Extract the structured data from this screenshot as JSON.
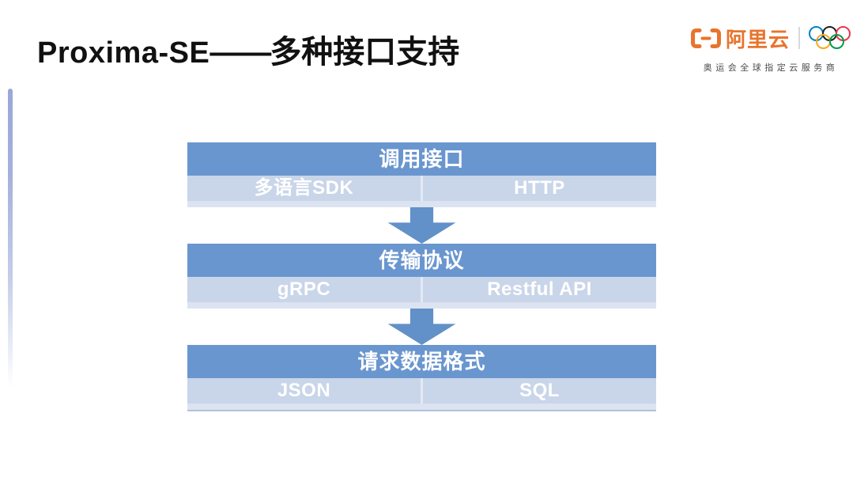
{
  "page": {
    "title_product": "Proxima-SE",
    "title_dash": "——",
    "title_subtitle": "多种接口支持"
  },
  "logo": {
    "cloud_icon": "alibaba-cloud-logo-icon",
    "brand": "阿里云",
    "brand_color": "#E8742D",
    "rings_icon": "olympic-rings-icon",
    "ring_colors": {
      "blue": "#0081C8",
      "black": "#1E1E1E",
      "red": "#EE334E",
      "yellow": "#F9A91F",
      "green": "#009E49"
    },
    "tagline": "奥运会全球指定云服务商"
  },
  "diagram": {
    "arrow_icon": "down-arrow-icon",
    "colors": {
      "header_bg": "#6A96CF",
      "row_bg": "#C9D5E9",
      "strip_bg": "#DCE3F1",
      "arrow": "#6191C8",
      "text": "#FFFFFF",
      "left_bar": "#9AA7D8"
    },
    "groups": [
      {
        "header": "调用接口",
        "items": [
          "多语言SDK",
          "HTTP"
        ]
      },
      {
        "header": "传输协议",
        "items": [
          "gRPC",
          "Restful API"
        ]
      },
      {
        "header": "请求数据格式",
        "items": [
          "JSON",
          "SQL"
        ]
      }
    ]
  }
}
